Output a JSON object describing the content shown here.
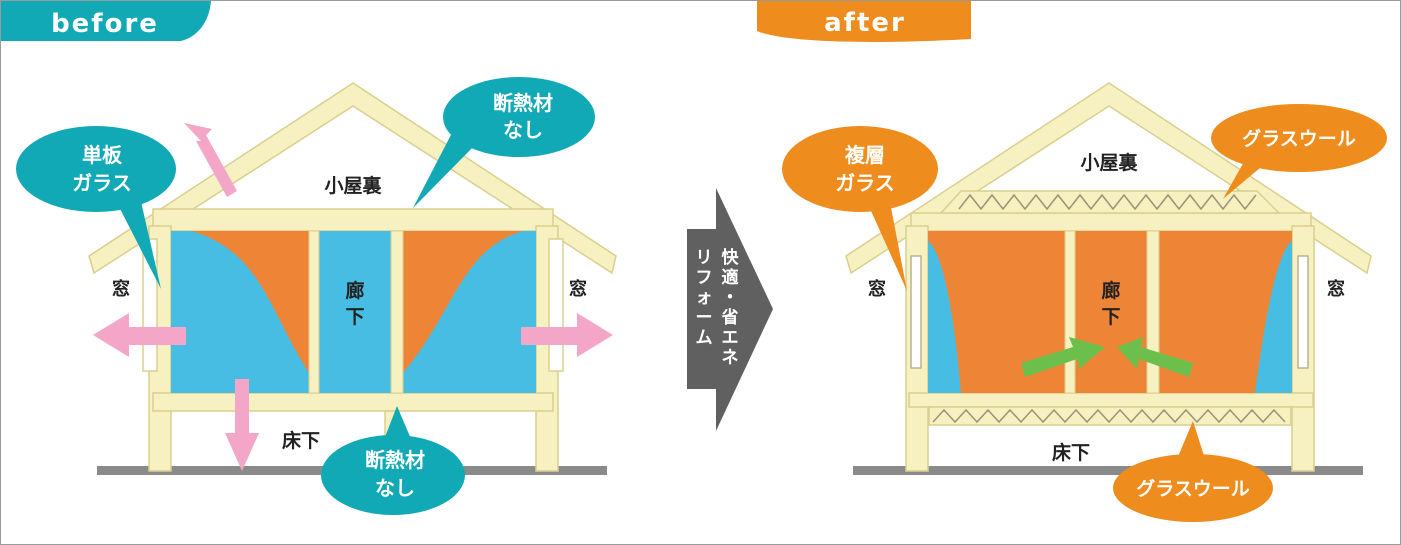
{
  "before": {
    "header": "before",
    "attic": "小屋裏",
    "window_left": "窓",
    "window_right": "窓",
    "hallway": [
      "廊",
      "下"
    ],
    "underfloor": "床下",
    "bubble_glass": [
      "単板",
      "ガラス"
    ],
    "bubble_roof": [
      "断熱材",
      "なし"
    ],
    "bubble_floor": [
      "断熱材",
      "なし"
    ]
  },
  "arrow": {
    "col_right": "快適・省エネ",
    "col_left": "リフォーム"
  },
  "after": {
    "header": "after",
    "attic": "小屋裏",
    "window_left": "窓",
    "window_right": "窓",
    "hallway": [
      "廊",
      "下"
    ],
    "underfloor": "床下",
    "bubble_glass": [
      "複層",
      "ガラス"
    ],
    "bubble_roof": "グラスウール",
    "bubble_floor": "グラスウール"
  },
  "colors": {
    "teal": "#12a9b6",
    "orange": "#ef8c1e",
    "wall": "#f7f0c0",
    "wall_line": "#d9cf8e",
    "cold_blue": "#47bde3",
    "warm_orange": "#ee8536",
    "pink_arrow": "#f3a6c8",
    "green_arrow": "#6dbf4c",
    "gray_arrow": "#606060",
    "ground": "#8a8a8a"
  }
}
